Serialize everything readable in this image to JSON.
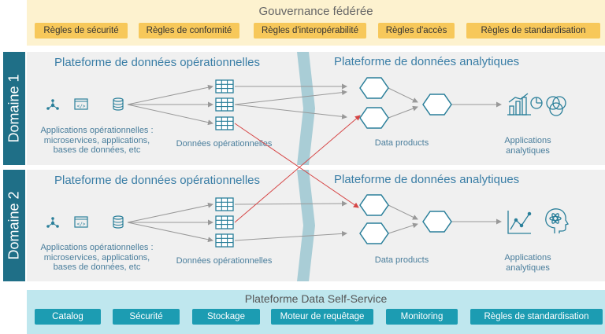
{
  "governance": {
    "title": "Gouvernance fédérée",
    "rules": [
      "Règles de sécurité",
      "Règles de conformité",
      "Règles d'interopérabilité",
      "Règles d'accès",
      "Règles de standardisation"
    ]
  },
  "domains": [
    {
      "label": "Domaine 1",
      "operational_title": "Plateforme de données opérationnelles",
      "analytical_title": "Plateforme de données analytiques",
      "apps_label": [
        "Applications opérationnelles :",
        "microservices, applications,",
        "bases de données, etc"
      ],
      "data_label": "Données opérationnelles",
      "products_label": "Data products",
      "analytics_label": [
        "Applications",
        "analytiques"
      ]
    },
    {
      "label": "Domaine 2",
      "operational_title": "Plateforme de données opérationnelles",
      "analytical_title": "Plateforme de données analytiques",
      "apps_label": [
        "Applications opérationnelles :",
        "microservices, applications,",
        "bases de données, etc"
      ],
      "data_label": "Données opérationnelles",
      "products_label": "Data products",
      "analytics_label": [
        "Applications",
        "analytiques"
      ]
    }
  ],
  "self_service": {
    "title": "Plateforme Data Self-Service",
    "items": [
      "Catalog",
      "Sécurité",
      "Stockage",
      "Moteur de requêtage",
      "Monitoring",
      "Règles de standardisation"
    ]
  },
  "colors": {
    "teal": "#1f6f87",
    "icon": "#2a7f9a",
    "cross_link": "#d64545",
    "arrow": "#999999",
    "governance": "#f7c85a",
    "self_service": "#1c9cb2"
  }
}
